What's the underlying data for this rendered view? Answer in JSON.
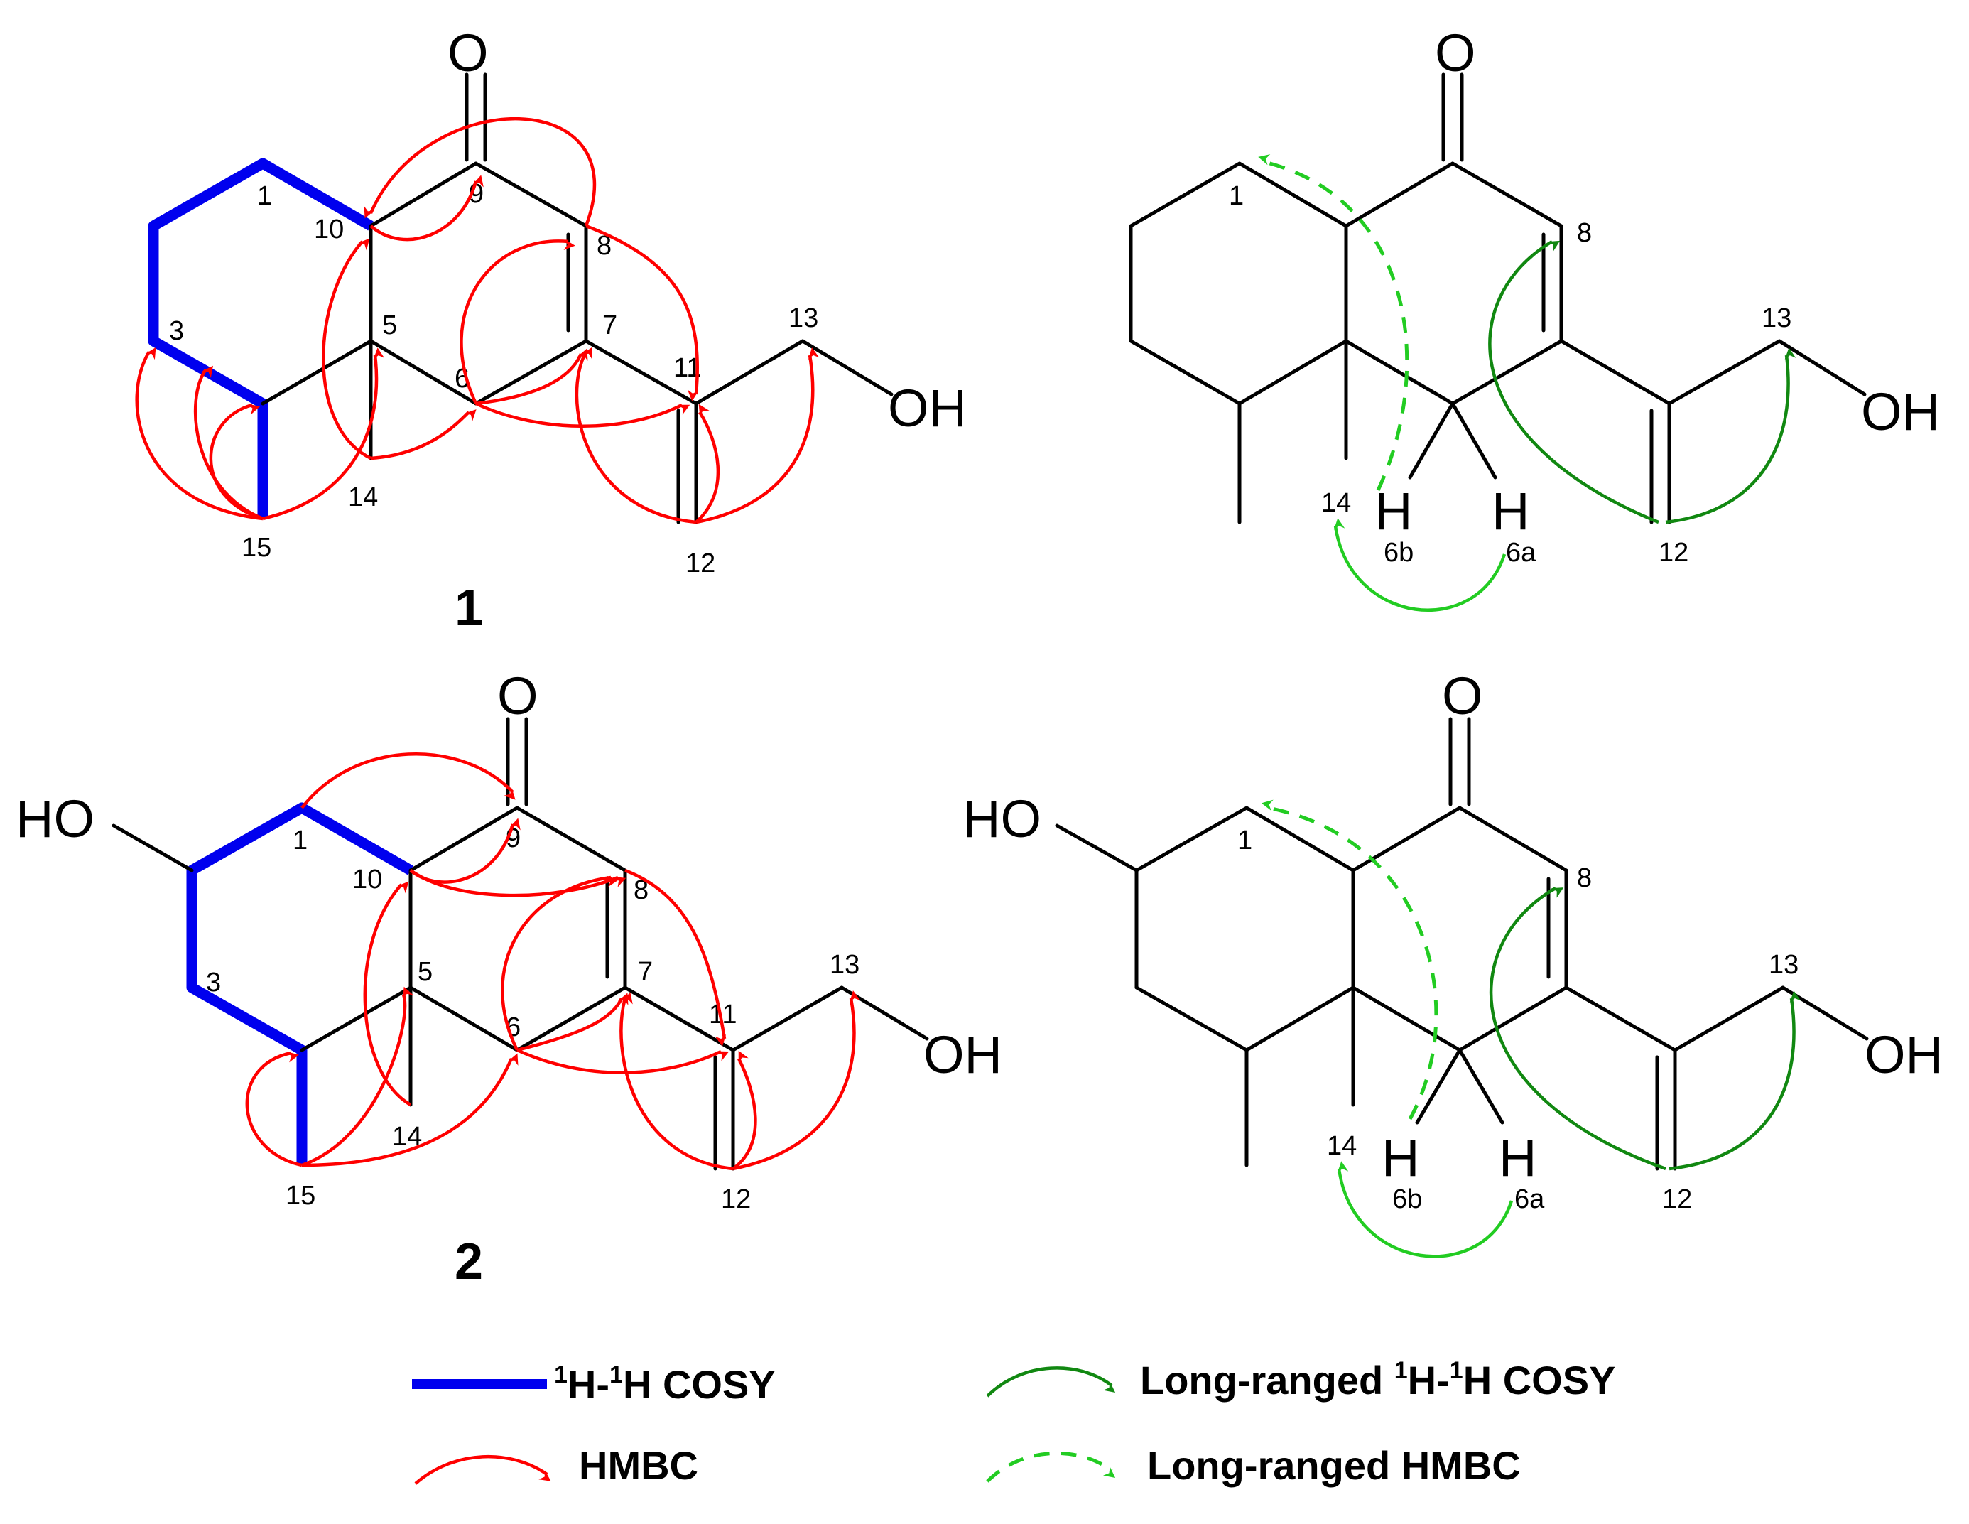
{
  "compound_labels": [
    "1",
    "2"
  ],
  "atoms": {
    "oxygen": "O",
    "hydroxyl_right": "OH",
    "hydroxyl_left": "HO",
    "hydrogen": "H"
  },
  "locants": {
    "c1": "1",
    "c3": "3",
    "c5": "5",
    "c6": "6",
    "c7": "7",
    "c8": "8",
    "c9": "9",
    "c10": "10",
    "c11": "11",
    "c12": "12",
    "c13": "13",
    "c14": "14",
    "c15": "15",
    "h6a": "6a",
    "h6b": "6b"
  },
  "legend": {
    "cosy": {
      "sup1": "1",
      "mid": "H-",
      "sup2": "1",
      "tail": "H COSY"
    },
    "hmbc": "HMBC",
    "long_cosy": {
      "pre": "Long-ranged ",
      "sup1": "1",
      "mid": "H-",
      "sup2": "1",
      "tail": "H COSY"
    },
    "long_hmbc": "Long-ranged  HMBC"
  },
  "colors": {
    "bond": "#000000",
    "cosy": "#0000ee",
    "hmbc": "#ff0000",
    "long_cosy": "#118811",
    "long_hmbc": "#22cc22"
  }
}
